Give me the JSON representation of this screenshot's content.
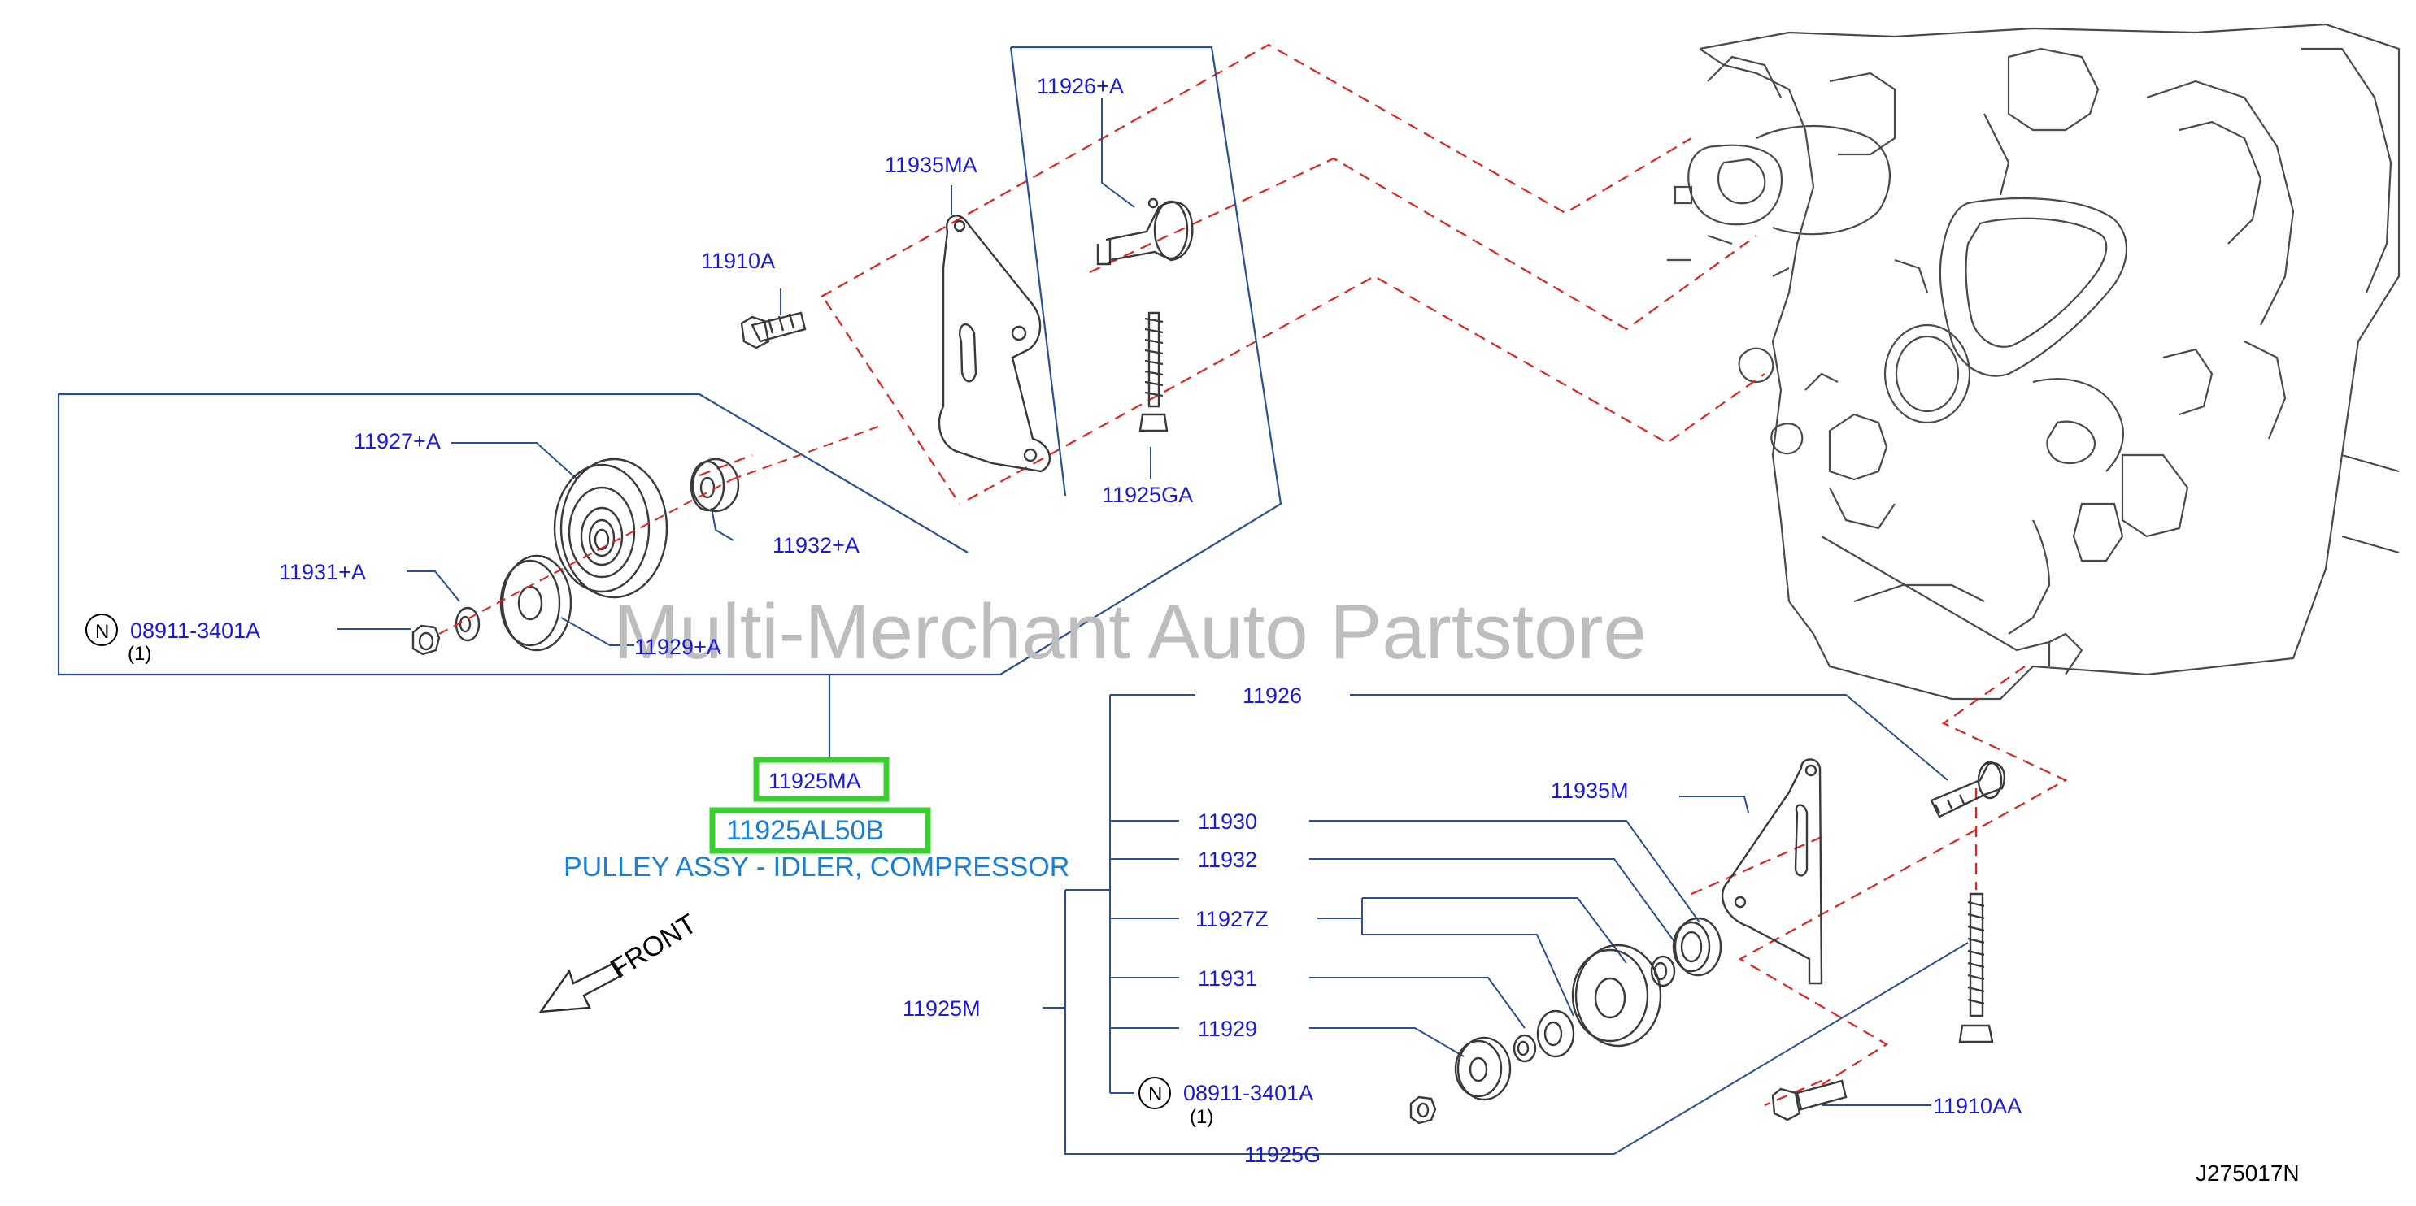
{
  "watermark": "Multi-Merchant Auto Partstore",
  "diagram_code": "J275017N",
  "front_label": "FRONT",
  "highlight_color": "#39d02f",
  "label_color": "#1a1adb",
  "leader_color": "#2b4f96",
  "dash_color": "#e0231f",
  "desc_color": "#1a7fd4",
  "upper_assembly": {
    "part_11926A": "11926+A",
    "part_11935MA": "11935MA",
    "part_11910A": "11910A",
    "part_11927A": "11927+A",
    "part_11932A": "11932+A",
    "part_11931A": "11931+A",
    "part_11929A": "11929+A",
    "part_11925GA": "11925GA",
    "nut_part": "08911-3401A",
    "nut_qty": "(1)",
    "nut_marker": "N"
  },
  "selected_assembly": {
    "part_number": "11925MA",
    "oem_number": "11925AL50B",
    "description": "PULLEY ASSY - IDLER, COMPRESSOR"
  },
  "lower_assembly": {
    "part_11926": "11926",
    "part_11930": "11930",
    "part_11932": "11932",
    "part_11927Z": "11927Z",
    "part_11931": "11931",
    "part_11929": "11929",
    "part_11925M": "11925M",
    "part_11935M": "11935M",
    "part_11910AA": "11910AA",
    "part_11925G": "11925G",
    "nut_part": "08911-3401A",
    "nut_qty": "(1)",
    "nut_marker": "N"
  }
}
